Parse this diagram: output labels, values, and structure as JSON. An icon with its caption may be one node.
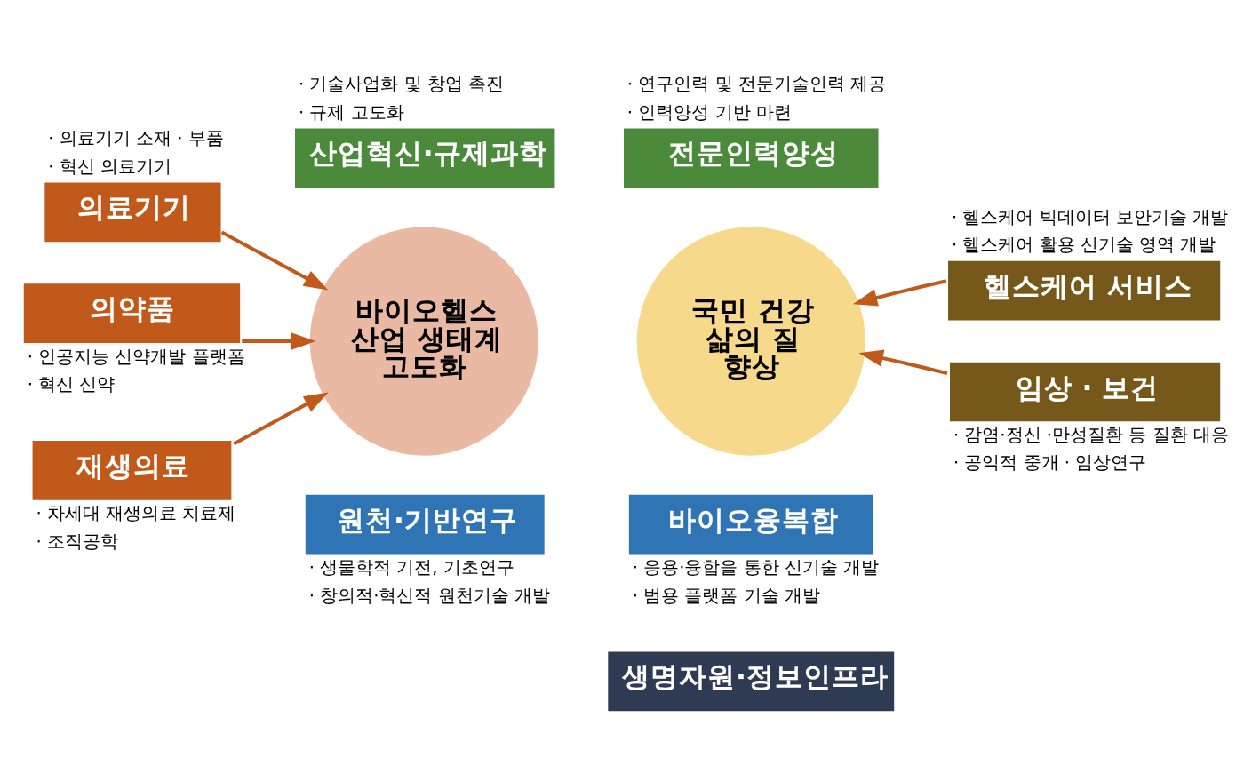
{
  "diagram": {
    "nodes": [
      {
        "text": [
          "산업혁신·규제과학"
        ],
        "beside": [
          "· 기술사업화 및 창업 촉진",
          "· 규제 고도화"
        ]
      },
      {
        "text": [
          "전문인력양성"
        ],
        "beside": [
          "· 연구인력 및 전문기술인력 제공",
          "· 인력양성 기반 마련"
        ]
      },
      {
        "text": [
          "의료기기"
        ],
        "beside": [
          "· 의료기기 소재 · 부품",
          "· 혁신 의료기기"
        ]
      },
      {
        "text": [
          "의약품"
        ],
        "beside": [
          "· 인공지능 신약개발 플랫폼",
          "· 혁신 신약"
        ]
      },
      {
        "text": [
          "재생의료"
        ],
        "beside": [
          "· 차세대 재생의료 치료제",
          "· 조직공학"
        ]
      },
      {
        "text": [
          "바이오헬스 산업 생태계 고도화"
        ]
      },
      {
        "text": [
          "국민 건강 삶의 질 향상"
        ]
      },
      {
        "text": [
          "헬스케어 서비스"
        ],
        "beside": [
          "· 헬스케어 빅데이터 보안기술 개발",
          "· 헬스케어 활용 신기술 영역 개발"
        ]
      },
      {
        "text": [
          "임상 · 보건"
        ],
        "beside": [
          "· 감염·정신 ·만성질환 등 질환 대응",
          "· 공익적 중개 · 임상연구"
        ]
      },
      {
        "text": [
          "원천·기반연구"
        ],
        "beside": [
          "· 생물학적 기전, 기초연구",
          "· 창의적·혁신적 원천기술 개발"
        ]
      },
      {
        "text": [
          "바이오융복합"
        ],
        "beside": [
          "· 응용·융합을 통한 신기술 개발",
          "· 범용 플랫폼 기술 개발"
        ]
      },
      {
        "text": [
          "생명자원·정보인프라"
        ]
      }
    ],
    "edges": [
      {
        "from": 2,
        "to": 5,
        "arrow": "to"
      },
      {
        "from": 3,
        "to": 5,
        "arrow": "to"
      },
      {
        "from": 4,
        "to": 5,
        "arrow": "to"
      },
      {
        "from": 7,
        "to": 6,
        "arrow": "to"
      },
      {
        "from": 8,
        "to": 6,
        "arrow": "to"
      }
    ]
  }
}
